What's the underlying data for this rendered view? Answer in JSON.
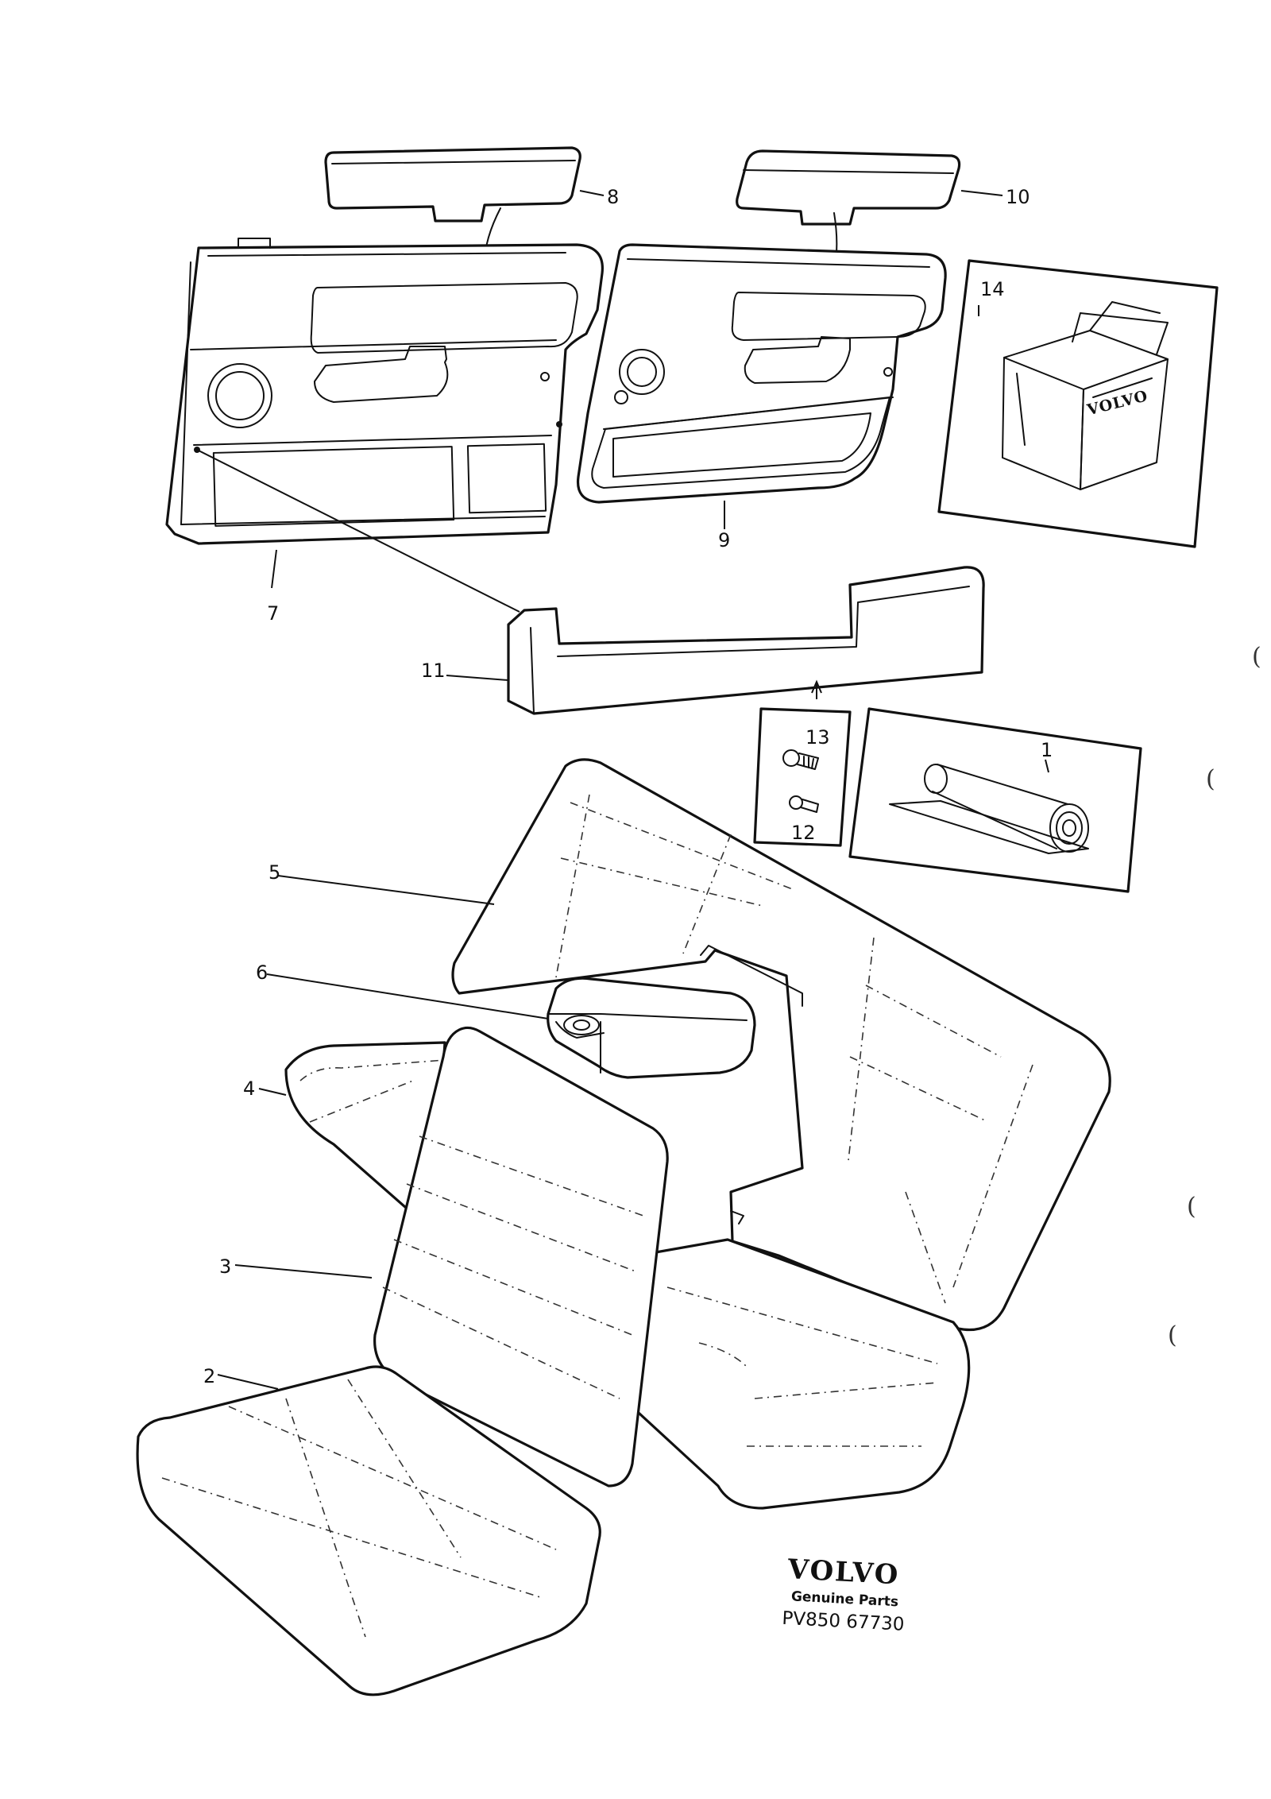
{
  "diagram": {
    "callouts": {
      "c1": "1",
      "c2": "2",
      "c3": "3",
      "c4": "4",
      "c5": "5",
      "c6": "6",
      "c7": "7",
      "c8": "8",
      "c9": "9",
      "c10": "10",
      "c11": "11",
      "c12": "12",
      "c13": "13",
      "c14": "14"
    },
    "box_label": "VOLVO",
    "footer": {
      "brand": "VOLVO",
      "subtitle": "Genuine Parts",
      "code": "PV850 67730"
    },
    "edge_marks": [
      "(",
      "(",
      "(",
      "("
    ]
  }
}
